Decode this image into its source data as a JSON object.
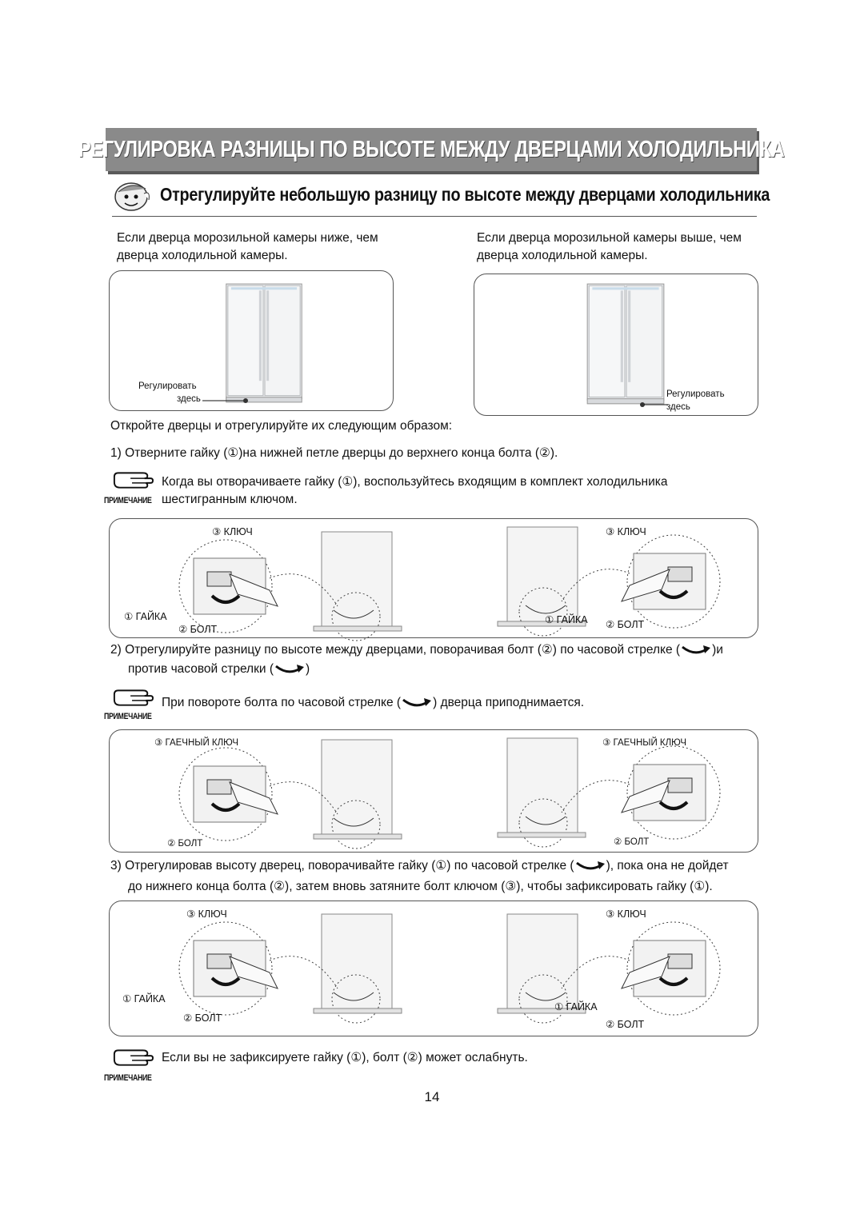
{
  "title": "РЕГУЛИРОВКА РАЗНИЦЫ ПО ВЫСОТЕ МЕЖДУ ДВЕРЦАМИ ХОЛОДИЛЬНИКА",
  "subtitle": "Отрегулируйте небольшую разницу по высоте между дверцами холодильника",
  "intro": {
    "left_line1": "Если дверца морозильной камеры ниже, чем",
    "left_line2": "дверца холодильной камеры.",
    "right_line1": "Если дверца морозильной камеры выше, чем",
    "right_line2": "дверца холодильной камеры."
  },
  "fridge_labels": {
    "left_l1": "Регулировать",
    "left_l2": "здесь",
    "right_l1": "Регулировать",
    "right_l2": "здесь"
  },
  "open_doors_text": "Откройте дверцы и отрегулируйте их следующим образом:",
  "step1": "1) Отверните гайку (①)на нижней петле дверцы до верхнего конца болта (②).",
  "note1": {
    "label": "ПРИМЕЧАНИЕ",
    "line1": "Когда вы отворачиваете гайку (①), воспользуйтесь входящим в комплект холодильника",
    "line2": "шестигранным ключом."
  },
  "fig1": {
    "key_left": "③ КЛЮЧ",
    "nut_left": "① ГАЙКА",
    "bolt_left": "② БОЛТ",
    "key_right": "③ КЛЮЧ",
    "nut_right": "① ГАЙКА",
    "bolt_right": "② БОЛТ"
  },
  "step2": {
    "line1_a": "2) Отрегулируйте разницу по высоте между дверцами, поворачивая болт (②) по часовой стрелке (",
    "line1_b": ")и",
    "line2_a": "против часовой стрелки (",
    "line2_b": ")"
  },
  "note2": {
    "label": "ПРИМЕЧАНИЕ",
    "text_a": "При повороте болта по часовой стрелке (",
    "text_b": ") дверца приподнимается."
  },
  "fig2": {
    "wrench_left": "③ ГАЕЧНЫЙ КЛЮЧ",
    "bolt_left": "② БОЛТ",
    "wrench_right": "③ ГАЕЧНЫЙ КЛЮЧ",
    "bolt_right": "② БОЛТ"
  },
  "step3": {
    "line1_a": "3) Отрегулировав высоту дверец, поворачивайте гайку (①) по часовой стрелке (",
    "line1_b": "), пока она не дойдет",
    "line2": "до нижнего конца болта (②), затем вновь затяните болт ключом (③), чтобы зафиксировать гайку (①)."
  },
  "fig3": {
    "key_left": "③ КЛЮЧ",
    "nut_left": "① ГАЙКА",
    "bolt_left": "② БОЛТ",
    "key_right": "③ КЛЮЧ",
    "nut_right": "① ГАЙКА",
    "bolt_right": "② БОЛТ"
  },
  "note3": {
    "label": "ПРИМЕЧАНИЕ",
    "text": "Если вы не зафиксируете гайку (①), болт (②) может ослабнуть."
  },
  "page_number": "14"
}
